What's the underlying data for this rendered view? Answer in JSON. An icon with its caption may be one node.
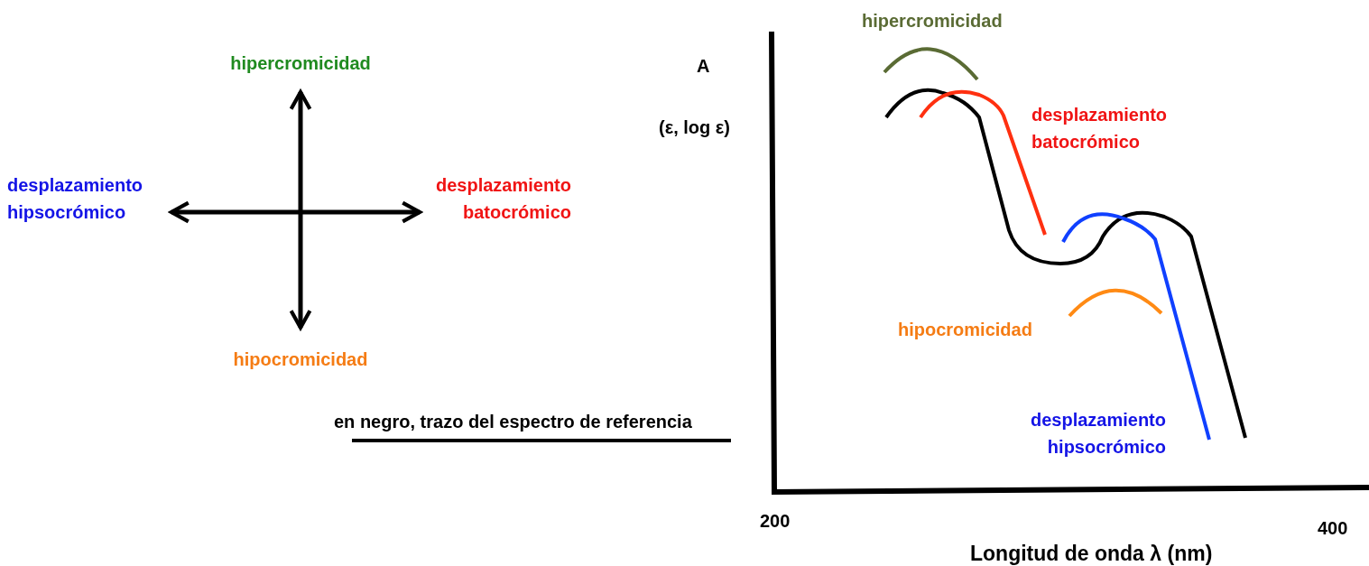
{
  "diagram": {
    "nodes": [
      {
        "text": [
          "hipercromicidad"
        ]
      },
      {
        "text": [
          "desplazamiento hipsocrómico"
        ]
      },
      {
        "text": [
          "desplazamiento batocrómico"
        ]
      },
      {
        "text": [
          "hipocromicidad"
        ]
      }
    ],
    "edges": [
      {
        "from": null,
        "to": 0,
        "arrow": "to"
      },
      {
        "from": null,
        "to": 1,
        "arrow": "to"
      },
      {
        "from": null,
        "to": 2,
        "arrow": "to"
      },
      {
        "from": null,
        "to": 3,
        "arrow": "to"
      }
    ],
    "labels": [
      "hipercromicidad",
      "A",
      "desplazamiento batocrómico",
      "(ε, log ε)",
      "hipocromicidad",
      "desplazamiento hipsocrómico",
      "200",
      "400",
      "Longitud de onda λ (nm)"
    ],
    "legend": [
      {
        "text": "en negro, trazo del espectro de referencia"
      }
    ]
  }
}
